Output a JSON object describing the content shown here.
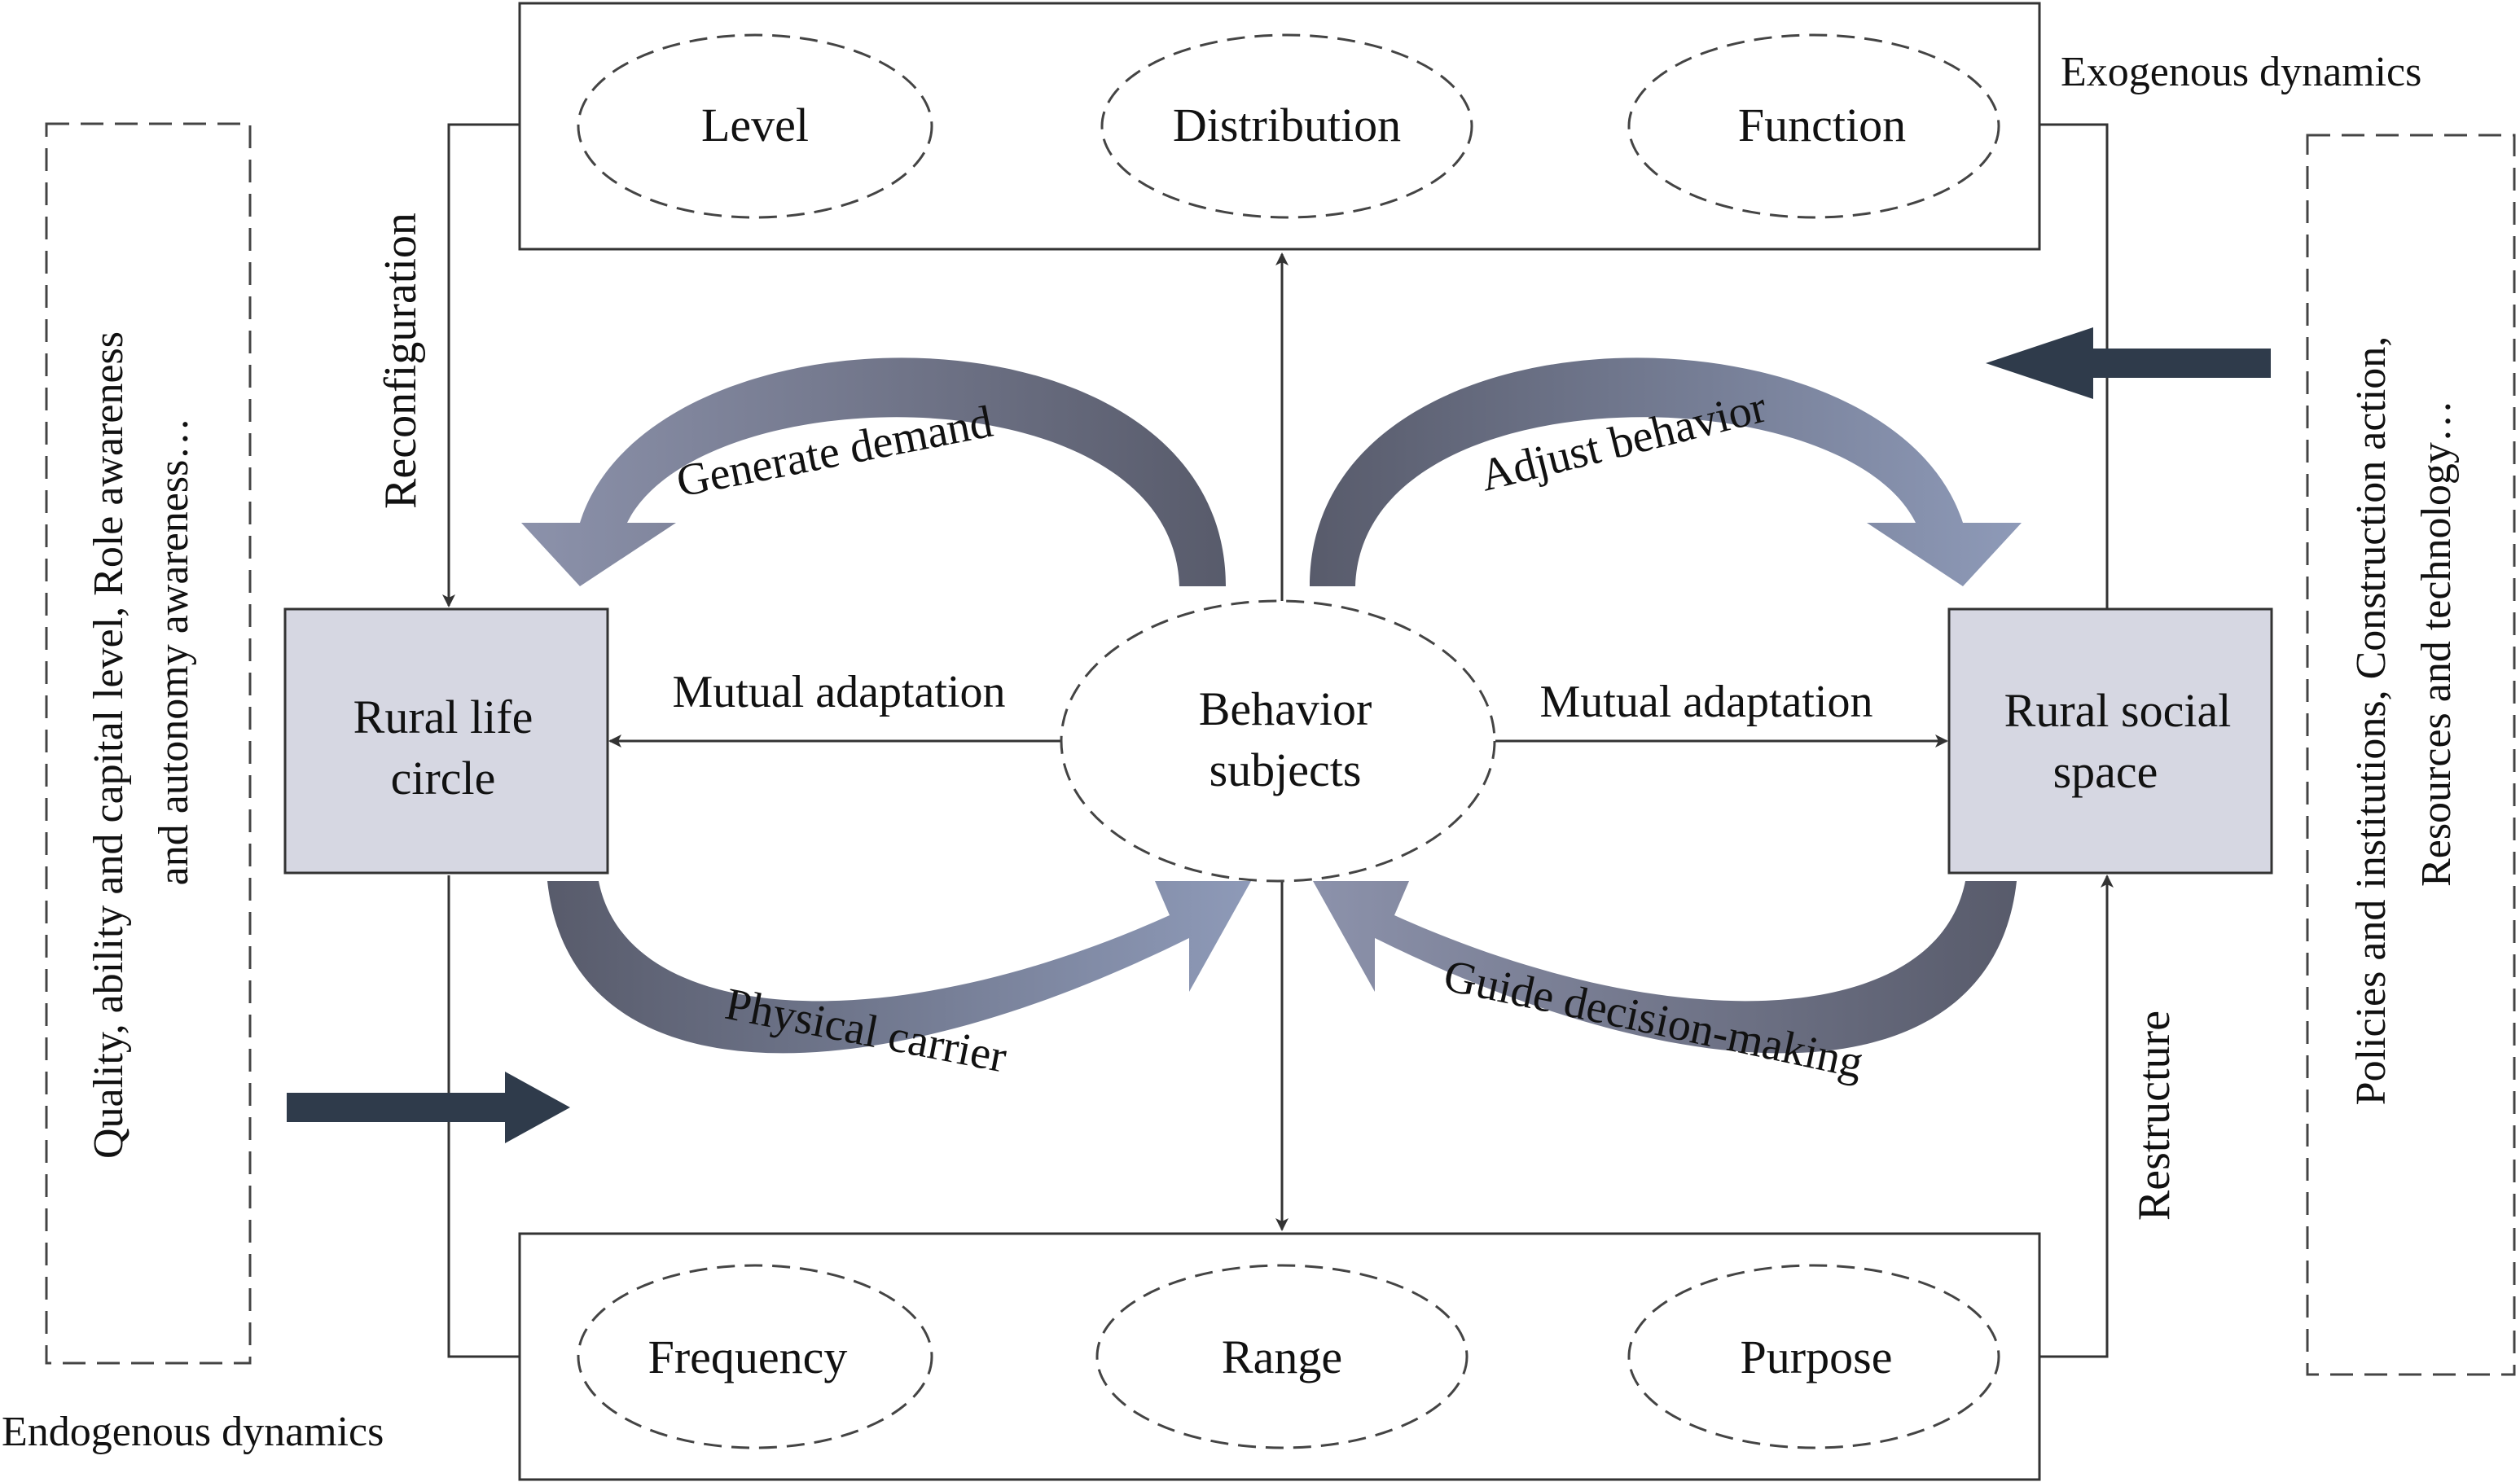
{
  "top_box": {
    "items": [
      "Level",
      "Distribution",
      "Function"
    ]
  },
  "bottom_box": {
    "items": [
      "Frequency",
      "Range",
      "Purpose"
    ]
  },
  "left_node": {
    "line1": "Rural life",
    "line2": "circle"
  },
  "right_node": {
    "line1": "Rural social",
    "line2": "space"
  },
  "center_node": {
    "line1": "Behavior",
    "line2": "subjects"
  },
  "relations": {
    "mutual_left": "Mutual adaptation",
    "mutual_right": "Mutual adaptation",
    "generate_demand": "Generate demand",
    "adjust_behavior": "Adjust behavior",
    "physical_carrier": "Physical carrier",
    "guide_decision": "Guide decision-making",
    "reconfiguration": "Reconfiguration",
    "restructure": "Restructure"
  },
  "labels": {
    "exogenous": "Exogenous dynamics",
    "endogenous": "Endogenous dynamics"
  },
  "side_left": {
    "line1": "Quality, ability and capital level, Role awareness",
    "line2": "and autonomy awareness…"
  },
  "side_right": {
    "line1": "Policies and institutions, Construction action,",
    "line2": "Resources and technology…"
  },
  "colors": {
    "box_fill": "#d6d7e2",
    "arrow_dark": "#2f3b4b",
    "curve_dark": "#5e6172",
    "curve_light": "#8e9ab8",
    "line": "#333333"
  }
}
